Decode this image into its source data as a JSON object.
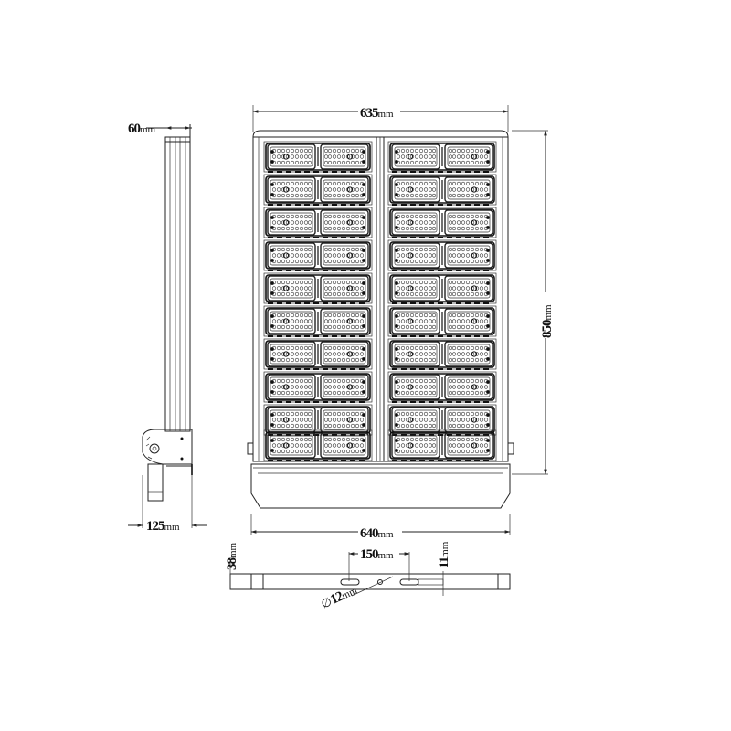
{
  "drawing": {
    "title": "LED flood light dimension drawing",
    "views": [
      "side-view",
      "front-view",
      "bottom-bracket-view"
    ],
    "module_rows": 10,
    "module_columns": 2,
    "line_color": "#111111"
  },
  "dimensions": {
    "width_top": {
      "value": "635",
      "unit": "mm"
    },
    "width_bottom": {
      "value": "640",
      "unit": "mm"
    },
    "height": {
      "value": "850",
      "unit": "mm"
    },
    "depth_top": {
      "value": "60",
      "unit": "mm"
    },
    "depth_bottom": {
      "value": "125",
      "unit": "mm"
    },
    "bracket_height": {
      "value": "38",
      "unit": "mm"
    },
    "hole_spacing": {
      "value": "150",
      "unit": "mm"
    },
    "slot_width": {
      "value": "11",
      "unit": "mm"
    },
    "hole_diameter": {
      "value": "12",
      "unit": "mm",
      "prefix": "∅"
    }
  }
}
